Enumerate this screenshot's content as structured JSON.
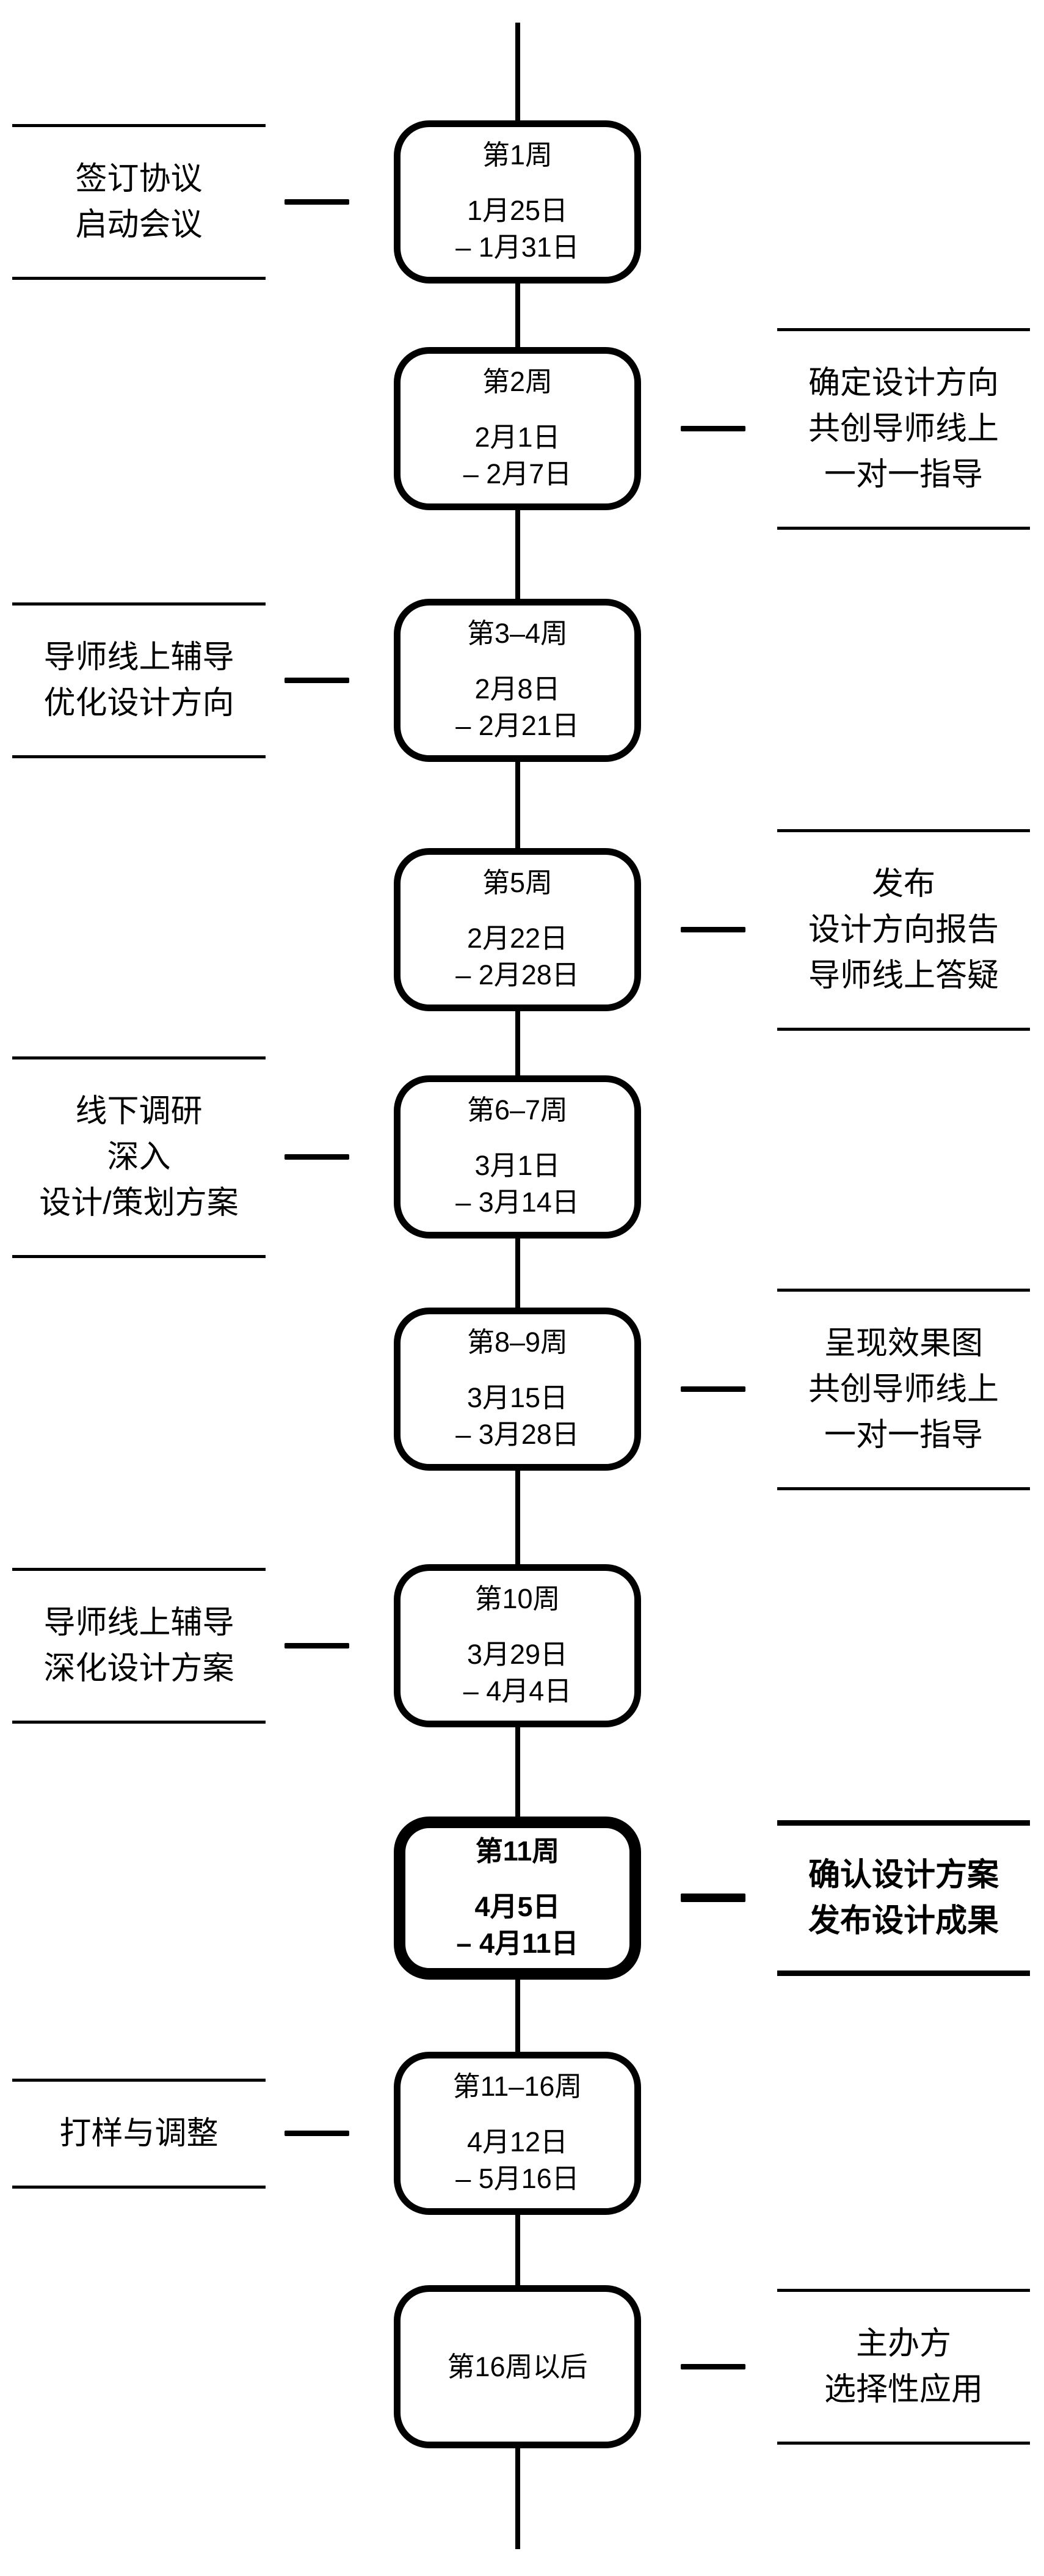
{
  "figure": {
    "background": "#ffffff",
    "ink_color": "#000000",
    "rows": [
      {
        "side": "left",
        "emphasis": false,
        "label_lines": [
          "签订协议",
          "启动会议"
        ],
        "node": {
          "week": "第1周",
          "dates": [
            "1月25日",
            "– 1月31日"
          ]
        }
      },
      {
        "side": "right",
        "emphasis": false,
        "label_lines": [
          "确定设计方向",
          "共创导师线上",
          "一对一指导"
        ],
        "node": {
          "week": "第2周",
          "dates": [
            "2月1日",
            "– 2月7日"
          ]
        }
      },
      {
        "side": "left",
        "emphasis": false,
        "label_lines": [
          "导师线上辅导",
          "优化设计方向"
        ],
        "node": {
          "week": "第3–4周",
          "dates": [
            "2月8日",
            "– 2月21日"
          ]
        }
      },
      {
        "side": "right",
        "emphasis": false,
        "label_lines": [
          "发布",
          "设计方向报告",
          "导师线上答疑"
        ],
        "node": {
          "week": "第5周",
          "dates": [
            "2月22日",
            "– 2月28日"
          ]
        }
      },
      {
        "side": "left",
        "emphasis": false,
        "label_lines": [
          "线下调研",
          "深入",
          "设计/策划方案"
        ],
        "node": {
          "week": "第6–7周",
          "dates": [
            "3月1日",
            "– 3月14日"
          ]
        }
      },
      {
        "side": "right",
        "emphasis": false,
        "label_lines": [
          "呈现效果图",
          "共创导师线上",
          "一对一指导"
        ],
        "node": {
          "week": "第8–9周",
          "dates": [
            "3月15日",
            "– 3月28日"
          ]
        }
      },
      {
        "side": "left",
        "emphasis": false,
        "label_lines": [
          "导师线上辅导",
          "深化设计方案"
        ],
        "node": {
          "week": "第10周",
          "dates": [
            "3月29日",
            "– 4月4日"
          ]
        }
      },
      {
        "side": "right",
        "emphasis": true,
        "label_lines": [
          "确认设计方案",
          "发布设计成果"
        ],
        "node": {
          "week": "第11周",
          "dates": [
            "4月5日",
            "– 4月11日"
          ]
        }
      },
      {
        "side": "left",
        "emphasis": false,
        "label_lines": [
          "打样与调整"
        ],
        "node": {
          "week": "第11–16周",
          "dates": [
            "4月12日",
            "– 5月16日"
          ]
        }
      },
      {
        "side": "right",
        "emphasis": false,
        "label_lines": [
          "主办方",
          "选择性应用"
        ],
        "node": {
          "week": "第16周以后",
          "dates": []
        }
      }
    ]
  }
}
